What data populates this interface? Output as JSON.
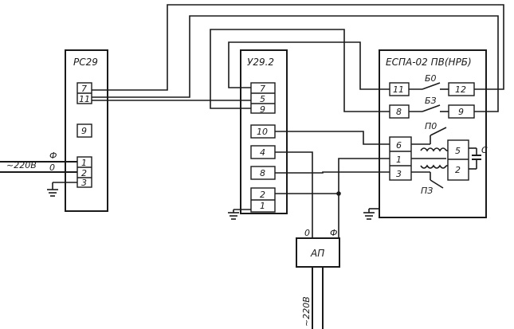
{
  "blocks": {
    "rc29": {
      "title": "РС29",
      "pins": {
        "p7": "7",
        "p11": "11",
        "p9": "9",
        "p1": "1",
        "p2": "2",
        "p3": "3"
      }
    },
    "u29": {
      "title": "У29.2",
      "pins": {
        "p7": "7",
        "p5": "5",
        "p9": "9",
        "p10": "10",
        "p4": "4",
        "p8": "8",
        "p2": "2",
        "p1": "1"
      }
    },
    "espa": {
      "title": "ЕСПА-02 ПВ(НРБ)",
      "pins": {
        "p11": "11",
        "p12": "12",
        "p8": "8",
        "p9": "9",
        "p6": "6",
        "p1": "1",
        "p3": "3",
        "p5": "5",
        "p2": "2"
      },
      "switches": {
        "b0": "Б0",
        "bz": "БЗ",
        "p0": "П0",
        "pz": "ПЗ"
      },
      "capacitor": "С"
    },
    "ap": {
      "title": "АП",
      "lead_zero": "0",
      "lead_phase": "Ф"
    }
  },
  "supply_left": {
    "voltage": "~220В",
    "phase": "Ф",
    "zero": "0"
  },
  "supply_bottom": {
    "voltage": "~220В"
  }
}
